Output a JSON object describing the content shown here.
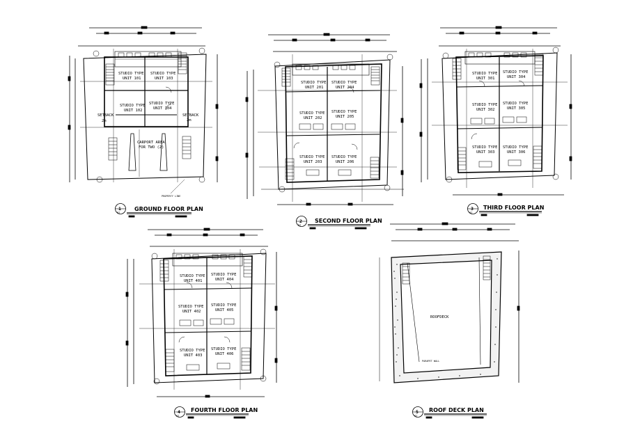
{
  "plans": [
    {
      "id": "ground",
      "number": "1",
      "sheet": "A1",
      "title": "GROUND FLOOR PLAN",
      "rooms": [
        {
          "line1": "STUDIO TYPE",
          "line2": "UNIT 101"
        },
        {
          "line1": "STUDIO TYPE",
          "line2": "UNIT 103"
        },
        {
          "line1": "STUDIO TYPE",
          "line2": "UNIT 102"
        },
        {
          "line1": "STUDIO TYPE",
          "line2": "UNIT 104"
        }
      ],
      "setback_left": {
        "line1": "SETBACK",
        "line2": "2m"
      },
      "setback_right": {
        "line1": "SETBACK",
        "line2": "2m"
      },
      "carport": {
        "line1": "CARPORT AREA",
        "line2": "FOR TWO (2)"
      },
      "property_line": "PROPERTY LINE"
    },
    {
      "id": "second",
      "number": "2",
      "sheet": "A1",
      "title": "SECOND FLOOR PLAN",
      "rooms": [
        {
          "line1": "STUDIO TYPE",
          "line2": "UNIT 201"
        },
        {
          "line1": "STUDIO TYPE",
          "line2": "UNIT 204"
        },
        {
          "line1": "STUDIO TYPE",
          "line2": "UNIT 202"
        },
        {
          "line1": "STUDIO TYPE",
          "line2": "UNIT 205"
        },
        {
          "line1": "STUDIO TYPE",
          "line2": "UNIT 203"
        },
        {
          "line1": "STUDIO TYPE",
          "line2": "UNIT 206"
        }
      ]
    },
    {
      "id": "third",
      "number": "3",
      "sheet": "A1",
      "title": "THIRD FLOOR PLAN",
      "rooms": [
        {
          "line1": "STUDIO TYPE",
          "line2": "UNIT 301"
        },
        {
          "line1": "STUDIO TYPE",
          "line2": "UNIT 304"
        },
        {
          "line1": "STUDIO TYPE",
          "line2": "UNIT 302"
        },
        {
          "line1": "STUDIO TYPE",
          "line2": "UNIT 305"
        },
        {
          "line1": "STUDIO TYPE",
          "line2": "UNIT 303"
        },
        {
          "line1": "STUDIO TYPE",
          "line2": "UNIT 306"
        }
      ]
    },
    {
      "id": "fourth",
      "number": "4",
      "sheet": "A1",
      "title": "FOURTH FLOOR PLAN",
      "rooms": [
        {
          "line1": "STUDIO TYPE",
          "line2": "UNIT 401"
        },
        {
          "line1": "STUDIO TYPE",
          "line2": "UNIT 404"
        },
        {
          "line1": "STUDIO TYPE",
          "line2": "UNIT 402"
        },
        {
          "line1": "STUDIO TYPE",
          "line2": "UNIT 405"
        },
        {
          "line1": "STUDIO TYPE",
          "line2": "UNIT 403"
        },
        {
          "line1": "STUDIO TYPE",
          "line2": "UNIT 406"
        }
      ]
    },
    {
      "id": "roof",
      "number": "5",
      "sheet": "A1",
      "title": "ROOF DECK PLAN",
      "rooms": [
        {
          "line1": "ROOFDECK",
          "line2": ""
        }
      ],
      "parapet_note": "PARAPET WALL"
    }
  ],
  "colors": {
    "ink": "#000000",
    "paper": "#ffffff"
  }
}
